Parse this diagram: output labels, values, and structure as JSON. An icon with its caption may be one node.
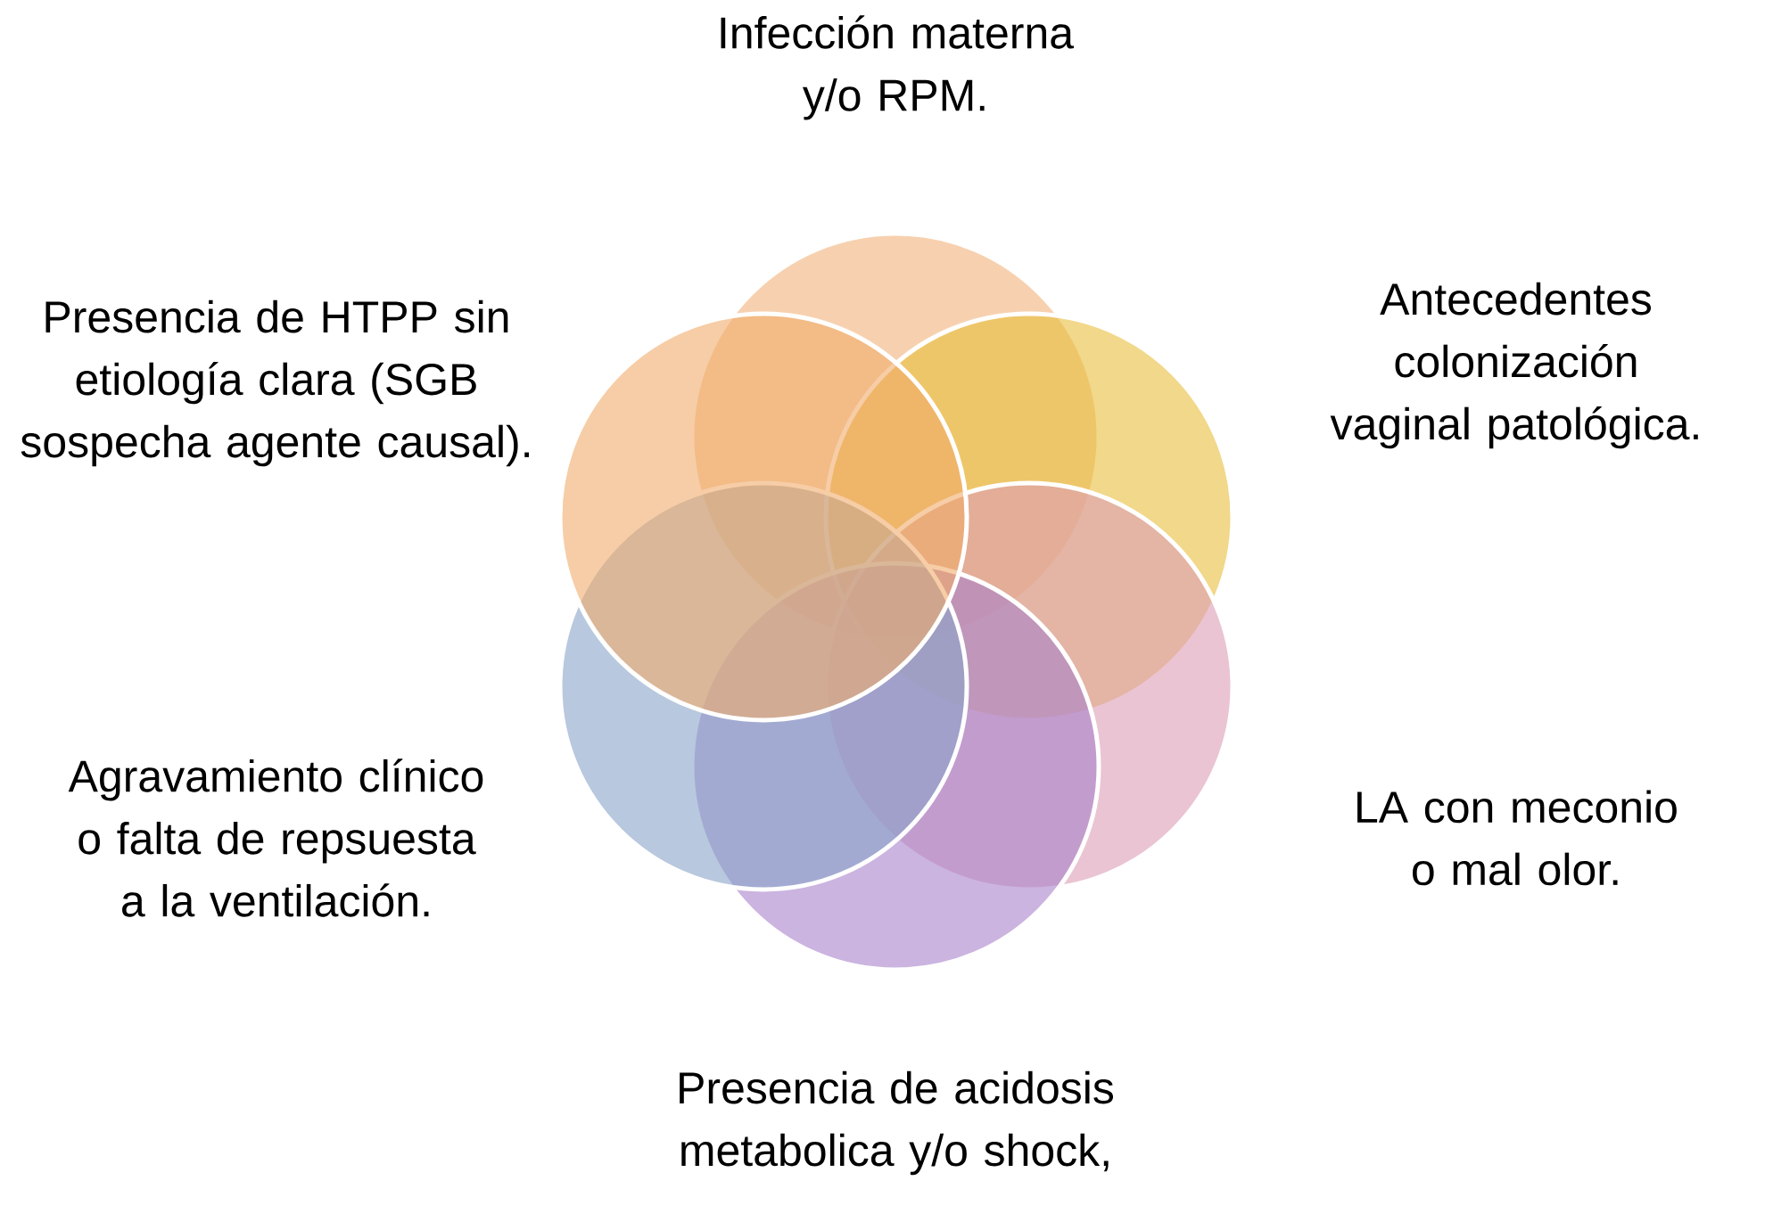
{
  "diagram": {
    "nodes": [
      {
        "text": [],
        "shape": "circle",
        "beside": [
          "Infección materna y/o RPM."
        ]
      },
      {
        "text": [],
        "shape": "circle",
        "beside": [
          "Antecedentes colonización vaginal patológica."
        ]
      },
      {
        "text": [],
        "shape": "circle",
        "beside": [
          "LA con meconio o mal olor."
        ]
      },
      {
        "text": [],
        "shape": "circle",
        "beside": [
          "Presencia de acidosis metabolica y/o shock,"
        ]
      },
      {
        "text": [],
        "shape": "circle",
        "beside": [
          "Agravamiento clínico o falta de repsuesta a la ventilación."
        ]
      },
      {
        "text": [],
        "shape": "circle",
        "beside": [
          "Presencia de HTPP sin etiología clara (SGB sospecha agente causal)."
        ]
      }
    ]
  }
}
